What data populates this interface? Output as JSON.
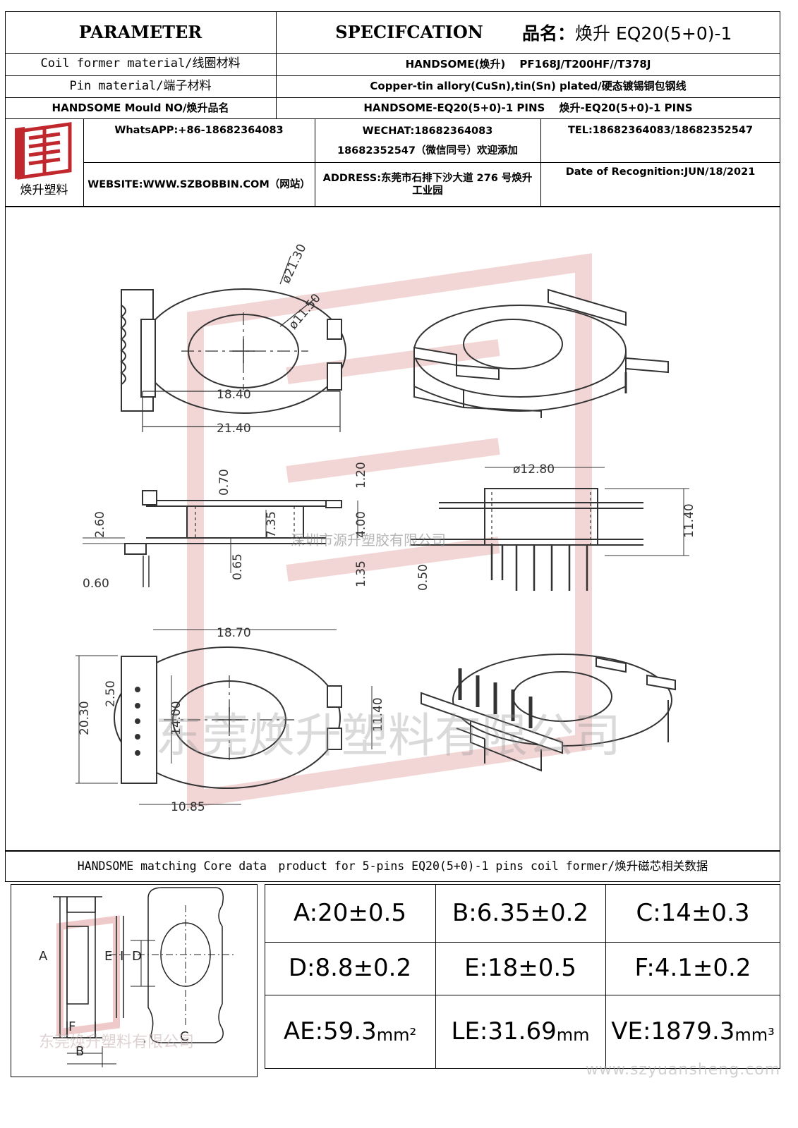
{
  "header": {
    "parameter_label": "PARAMETER",
    "spec_label": "SPECIFCATION",
    "product_name_label": "品名：",
    "product_name": "焕升 EQ20(5+0)-1"
  },
  "rows": [
    {
      "label": "Coil former material/线圈材料",
      "value": "HANDSOME(焕升)　 PF168J/T200HF//T378J"
    },
    {
      "label": "Pin material/端子材料",
      "value": "Copper-tin allory(CuSn),tin(Sn) plated/硬态镀锡铜包钢线"
    },
    {
      "label": "HANDSOME Mould NO/焕升品名",
      "value": "HANDSOME-EQ20(5+0)-1 PINS　 焕升-EQ20(5+0)-1 PINS"
    }
  ],
  "contact": {
    "logo_text": "焕升塑料",
    "whatsapp": "WhatsAPP:+86-18682364083",
    "wechat_line1": "WECHAT:18682364083",
    "wechat_line2": "18682352547（微信同号）欢迎添加",
    "tel": "TEL:18682364083/18682352547",
    "website": "WEBSITE:WWW.SZBOBBIN.COM（网站）",
    "address": "ADDRESS:东莞市石排下沙大道 276 号焕升工业园",
    "date": "Date of Recognition:JUN/18/2021"
  },
  "drawing": {
    "dims": {
      "A": "ø21.30",
      "B": "ø11.50",
      "C": "18.40",
      "D": "21.40",
      "E": "0.70",
      "F": "1.20",
      "G": "2.60",
      "H": "0.65",
      "I": "7.35",
      "J": "4.00",
      "K": "1.35",
      "L": "0.60",
      "M": "ø12.80",
      "N": "11.40",
      "O": "0.50",
      "P": "18.70",
      "Q": "20.30",
      "R": "2.50",
      "S": "14.00",
      "T": "11.40",
      "U": "10.85"
    },
    "watermark_small": "深圳市源升塑胶有限公司",
    "watermark_large": "东莞焕升塑料有限公司"
  },
  "core": {
    "title": "HANDSOME matching Core data　product for 5-pins EQ20(5+0)-1 pins coil former/焕升磁芯相关数据",
    "diagram_labels": {
      "A": "A",
      "B": "B",
      "C": "C",
      "D": "D",
      "E": "E",
      "F": "F",
      "I": "I"
    },
    "watermark": "东莞焕升塑料有限公司",
    "values": [
      [
        "A:20±0.5",
        "B:6.35±0.2",
        "C:14±0.3"
      ],
      [
        "D:8.8±0.2",
        "E:18±0.5",
        "F:4.1±0.2"
      ]
    ],
    "ae": {
      "main": "AE:59.3",
      "unit": "mm²"
    },
    "le": {
      "main": "LE:31.69",
      "unit": "mm"
    },
    "ve": {
      "main": "VE:1879.3",
      "unit": "mm³"
    },
    "website_watermark": "www.szyuansheng.com"
  },
  "colors": {
    "logo_red": "#c0282d",
    "watermark_red": "#e8b4b4"
  }
}
